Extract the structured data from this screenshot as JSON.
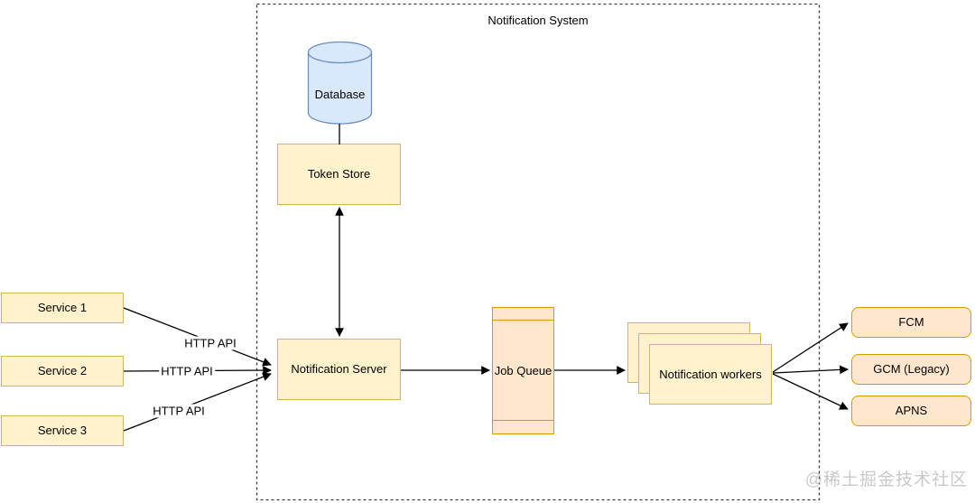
{
  "diagram": {
    "title": "Notification System",
    "watermark": "@稀土掘金技术社区",
    "nodes": {
      "service1": {
        "label": "Service 1"
      },
      "service2": {
        "label": "Service 2"
      },
      "service3": {
        "label": "Service 3"
      },
      "database": {
        "label": "Database"
      },
      "token_store": {
        "label": "Token Store"
      },
      "notification_server": {
        "label": "Notification Server"
      },
      "job_queue": {
        "label": "Job Queue"
      },
      "notification_workers": {
        "label": "Notification workers"
      },
      "fcm": {
        "label": "FCM"
      },
      "gcm": {
        "label": "GCM (Legacy)"
      },
      "apns": {
        "label": "APNS"
      }
    },
    "edge_labels": {
      "service1_to_server": "HTTP API",
      "service2_to_server": "HTTP API",
      "service3_to_server": "HTTP API"
    },
    "colors": {
      "yellow_fill": "#fff2cc",
      "yellow_border": "#d6b656",
      "blue_fill": "#dae8fc",
      "blue_border": "#6c8ebf",
      "orange_fill": "#ffe6cc",
      "orange_border": "#d79b00",
      "edge_color": "#000000",
      "boundary_color": "#3b3b3b",
      "watermark_color": "#c9c9c9"
    }
  }
}
